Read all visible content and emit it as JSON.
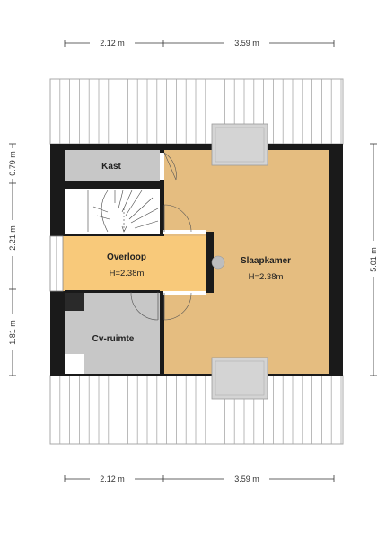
{
  "colors": {
    "wall": "#1a1a1a",
    "bedroom_floor": "#e5bd80",
    "landing_floor": "#f8c97a",
    "storage_floor": "#c7c7c7",
    "roof_lines": "#a8a8a8",
    "window": "#d4d4d4"
  },
  "dimensions": {
    "top_left": "2.12 m",
    "top_right": "3.59 m",
    "bottom_left": "2.12 m",
    "bottom_right": "3.59 m",
    "left_top": "0.79 m",
    "left_mid": "2.21 m",
    "left_bottom": "1.81 m",
    "right_total": "5.01 m"
  },
  "rooms": {
    "kast": {
      "name": "Kast"
    },
    "overloop": {
      "name": "Overloop",
      "height": "H=2.38m"
    },
    "slaapkamer": {
      "name": "Slaapkamer",
      "height": "H=2.38m"
    },
    "cv": {
      "name": "Cv-ruimte"
    }
  }
}
